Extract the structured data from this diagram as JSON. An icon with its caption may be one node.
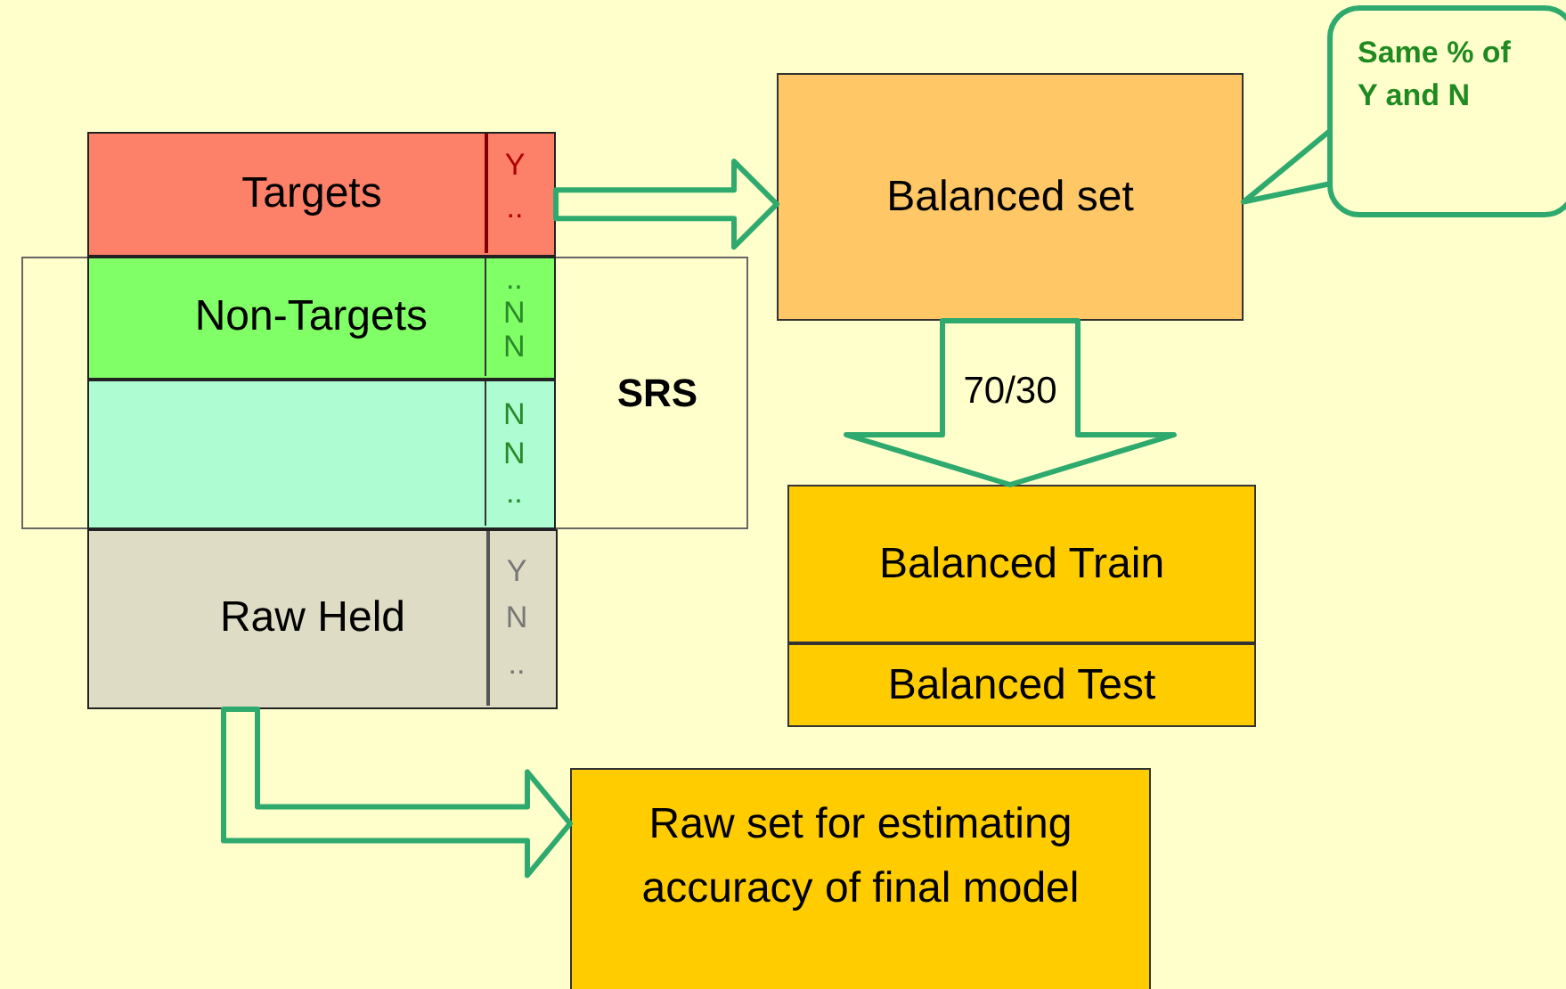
{
  "diagram": {
    "nodes": [
      {
        "text": [
          "Targets",
          "Y .."
        ]
      },
      {
        "text": [
          "SRS"
        ]
      },
      {
        "text": [
          "Non-Targets",
          ".. N N"
        ],
        "in": 1
      },
      {
        "text": [
          "N N .."
        ],
        "in": 1
      },
      {
        "text": [
          "Raw Held",
          "Y N .."
        ]
      },
      {
        "text": [
          "Balanced set"
        ]
      },
      {
        "text": [
          "Same % of Y and N"
        ]
      },
      {
        "text": [
          "Balanced Train"
        ]
      },
      {
        "text": [
          "Balanced Test"
        ]
      },
      {
        "text": [
          "Raw set for estimating accuracy of final model"
        ]
      }
    ],
    "edges": [
      {
        "from": 0,
        "to": 5,
        "arrow": "to"
      },
      {
        "from": 6,
        "to": 5,
        "arrow": "to"
      },
      {
        "from": 5,
        "to": 7,
        "arrow": "to",
        "label": "70/30"
      },
      {
        "from": 4,
        "to": 9,
        "arrow": "to"
      }
    ]
  }
}
